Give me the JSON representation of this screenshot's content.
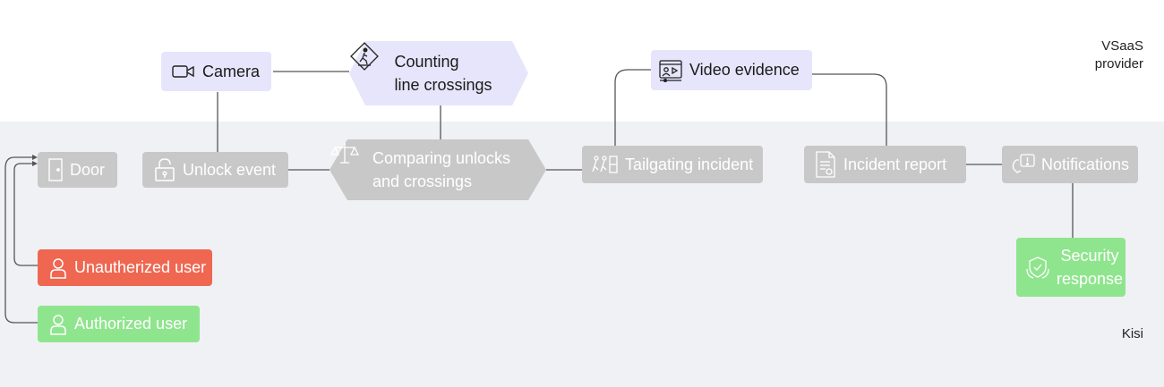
{
  "zones": {
    "vsaas": {
      "label_line1": "VSaaS",
      "label_line2": "provider"
    },
    "kisi": {
      "label": "Kisi"
    }
  },
  "nodes": {
    "camera": {
      "label": "Camera",
      "icon": "camera-icon"
    },
    "counting": {
      "line1": "Counting",
      "line2": "line crossings",
      "icon": "pedestrian-crossing-icon"
    },
    "video_evidence": {
      "label": "Video evidence",
      "icon": "video-player-icon"
    },
    "door": {
      "label": "Door",
      "icon": "door-icon"
    },
    "unlock_event": {
      "label": "Unlock event",
      "icon": "padlock-icon"
    },
    "comparing": {
      "line1": "Comparing unlocks",
      "line2": "and crossings",
      "icon": "comparison-icon"
    },
    "tailgating": {
      "label": "Tailgating incident",
      "icon": "tailgating-icon"
    },
    "incident_report": {
      "label": "Incident report",
      "icon": "document-icon"
    },
    "notifications": {
      "label": "Notifications",
      "icon": "notification-icon"
    },
    "security_response": {
      "line1": "Security",
      "line2": "response",
      "icon": "shield-check-icon"
    },
    "unauthorized_user": {
      "label": "Unautherized user",
      "icon": "user-icon"
    },
    "authorized_user": {
      "label": "Authorized user",
      "icon": "user-icon"
    }
  },
  "colors": {
    "kisi_zone_bg": "#f0f1f5",
    "gray_node": "#c8c8c8",
    "lavender_node": "#e6e5fb",
    "unauthorized": "#ef6751",
    "authorized": "#8fe58d",
    "connector": "#555555"
  }
}
